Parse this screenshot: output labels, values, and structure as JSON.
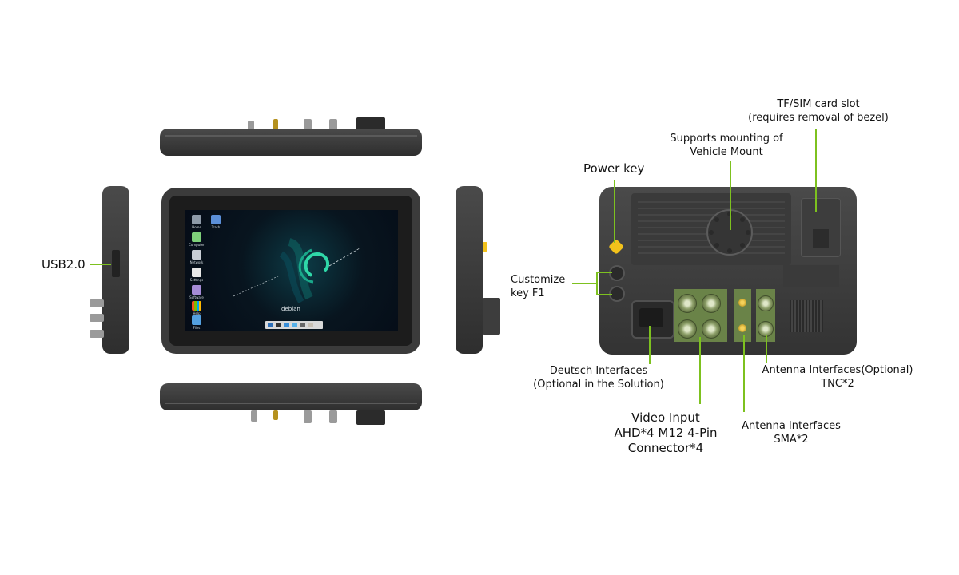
{
  "labels": {
    "usb": "USB2.0",
    "power_key": "Power key",
    "customize_key_line1": "Customize",
    "customize_key_line2": "key F1",
    "vehicle_mount_line1": "Supports mounting of",
    "vehicle_mount_line2": "Vehicle Mount",
    "tf_sim_line1": "TF/SIM card slot",
    "tf_sim_line2": "(requires removal of bezel)",
    "deutsch_line1": "Deutsch Interfaces",
    "deutsch_line2": "(Optional in the Solution)",
    "video_line1": "Video Input",
    "video_line2": "AHD*4 M12 4-Pin",
    "video_line3": "Connector*4",
    "antenna_sma_line1": "Antenna Interfaces",
    "antenna_sma_line2": "SMA*2",
    "antenna_tnc_line1": "Antenna Interfaces(Optional)",
    "antenna_tnc_line2": "TNC*2"
  },
  "screen": {
    "os_name": "debian",
    "icons": [
      "Home",
      "Trash",
      "Computer",
      "Network",
      "Settings",
      "Software",
      "Help",
      "Files"
    ]
  },
  "colors": {
    "callout_line": "#7dc11f",
    "device_body": "#3a3a3a",
    "connector_panel": "#6f8a4a",
    "power_key": "#f2c21b"
  }
}
